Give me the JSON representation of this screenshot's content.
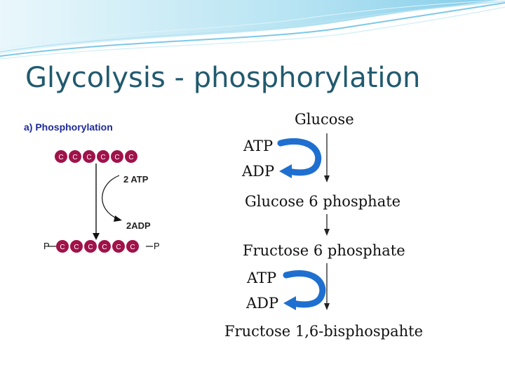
{
  "slide": {
    "title": "Glycolysis - phosphorylation"
  },
  "figure": {
    "heading": "a) Phosphorylation",
    "top_chain": [
      "C",
      "C",
      "C",
      "C",
      "C",
      "C"
    ],
    "atp_label": "2 ATP",
    "adp_label": "2ADP",
    "bottom_left": "P",
    "bottom_chain": [
      "C",
      "C",
      "C",
      "C",
      "C",
      "C"
    ],
    "bottom_right": "P",
    "bead_color": "#a0124a"
  },
  "flow": {
    "glucose": "Glucose",
    "atp1": "ATP",
    "adp1": "ADP",
    "g6p": "Glucose 6 phosphate",
    "f6p": "Fructose 6 phosphate",
    "atp2": "ATP",
    "adp2": "ADP",
    "f16bp": "Fructose 1,6-bisphospahte"
  },
  "colors": {
    "title": "#215a6e",
    "arrow_blue": "#1f6fd0",
    "wave": "#7cc8e8"
  }
}
